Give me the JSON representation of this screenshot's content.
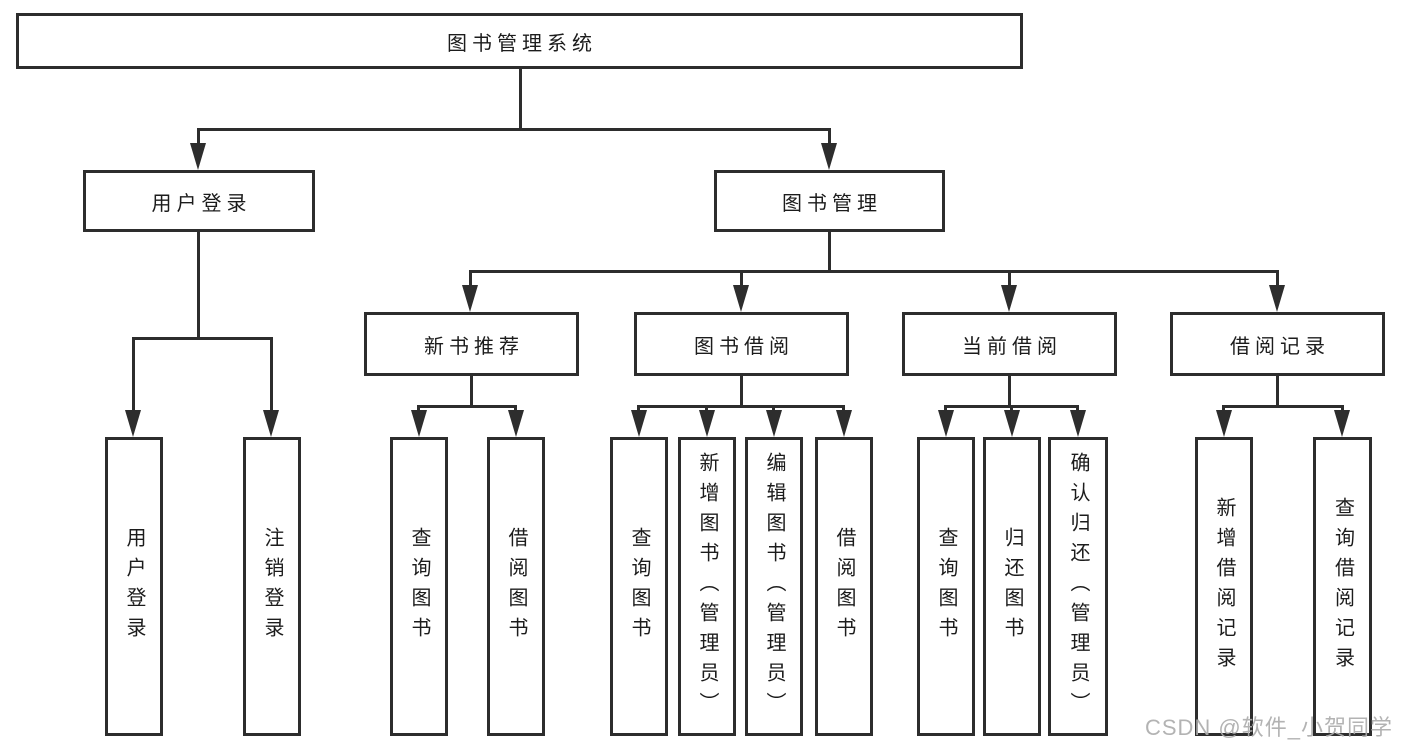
{
  "tree": {
    "root": {
      "label": "图书管理系统"
    },
    "branches": {
      "user_login": {
        "label": "用户登录",
        "children": [
          {
            "label": "用户登录"
          },
          {
            "label": "注销登录"
          }
        ]
      },
      "book_management": {
        "label": "图书管理",
        "children": [
          {
            "label": "新书推荐",
            "children": [
              {
                "label": "查询图书"
              },
              {
                "label": "借阅图书"
              }
            ]
          },
          {
            "label": "图书借阅",
            "children": [
              {
                "label": "查询图书"
              },
              {
                "label": "新增图书（管理员）"
              },
              {
                "label": "编辑图书（管理员）"
              },
              {
                "label": "借阅图书"
              }
            ]
          },
          {
            "label": "当前借阅",
            "children": [
              {
                "label": "查询图书"
              },
              {
                "label": "归还图书"
              },
              {
                "label": "确认归还（管理员）"
              }
            ]
          },
          {
            "label": "借阅记录",
            "children": [
              {
                "label": "新增借阅记录"
              },
              {
                "label": "查询借阅记录"
              }
            ]
          }
        ]
      }
    }
  },
  "watermark": {
    "text": "CSDN @软件_小贺同学"
  },
  "colors": {
    "line": "#2d2d2d",
    "border": "#2d2d2d",
    "text": "#1c1c1c",
    "watermark": "#acacac",
    "background": "#ffffff"
  }
}
